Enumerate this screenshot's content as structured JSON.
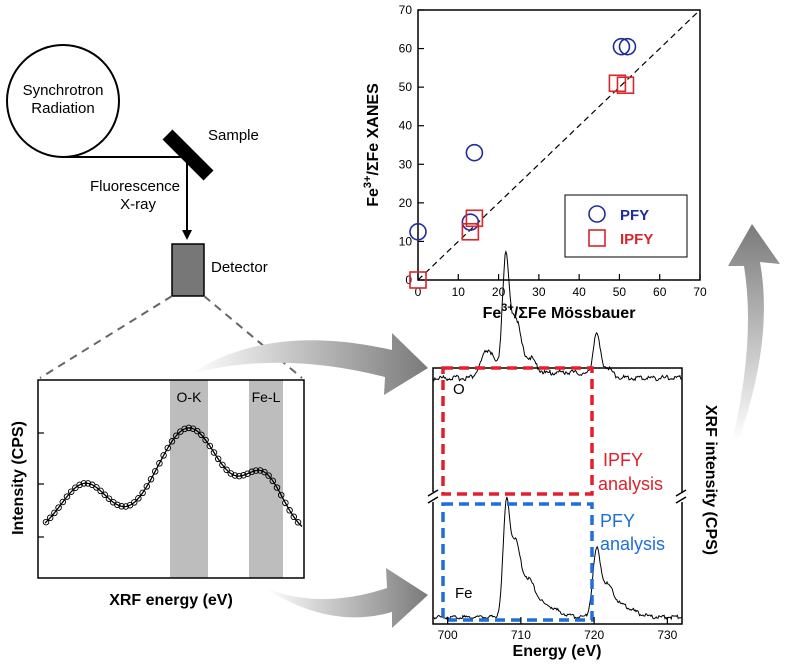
{
  "schematic": {
    "source_line1": "Synchrotron",
    "source_line2": "Radiation",
    "sample": "Sample",
    "fluorescence_line1": "Fluorescence",
    "fluorescence_line2": "X-ray",
    "detector": "Detector"
  },
  "xrf_panel": {
    "ylabel": "Intensity (CPS)",
    "xlabel": "XRF energy (eV)",
    "band_labels": [
      "O-K",
      "Fe-L"
    ]
  },
  "xanes_panel": {
    "xlabel": "Energy (eV)",
    "ylabel": "XRF intensity (CPS)",
    "x_ticks": [
      "700",
      "710",
      "720",
      "730"
    ],
    "upper_label": "O",
    "lower_label": "Fe",
    "ipfy_box_line1": "IPFY",
    "ipfy_box_line2": "analysis",
    "pfy_box_line1": "PFY",
    "pfy_box_line2": "analysis"
  },
  "chart_data": {
    "type": "scatter",
    "xlabel_main": "Fe",
    "xlabel_sup": "3+",
    "xlabel_rest": "/ΣFe Mössbauer",
    "ylabel_main": "Fe",
    "ylabel_sup": "3+",
    "ylabel_rest": "/ΣFe XANES",
    "xlim": [
      0,
      70
    ],
    "ylim": [
      0,
      70
    ],
    "ticks": [
      "0",
      "10",
      "20",
      "30",
      "40",
      "50",
      "60",
      "70"
    ],
    "reference_line": "1:1 dashed",
    "legend_position": "bottom-right",
    "series": [
      {
        "name": "PFY",
        "marker": "circle",
        "color": "#1f2d9c",
        "points": [
          [
            0,
            12.5
          ],
          [
            13,
            15
          ],
          [
            14,
            33
          ],
          [
            50.5,
            60.5
          ],
          [
            52,
            60.5
          ]
        ]
      },
      {
        "name": "IPFY",
        "marker": "square",
        "color": "#d8262a",
        "points": [
          [
            0,
            0
          ],
          [
            13,
            12.5
          ],
          [
            14,
            16
          ],
          [
            49.5,
            51
          ],
          [
            51.5,
            50.5
          ]
        ]
      }
    ]
  },
  "colors": {
    "pfy": "#1f2d9c",
    "ipfy": "#d8262a",
    "ipfy_box": "#e0202a",
    "pfy_box": "#1e6fd8",
    "band": "#bdbdbd",
    "arrow": "#8c8c8c"
  }
}
